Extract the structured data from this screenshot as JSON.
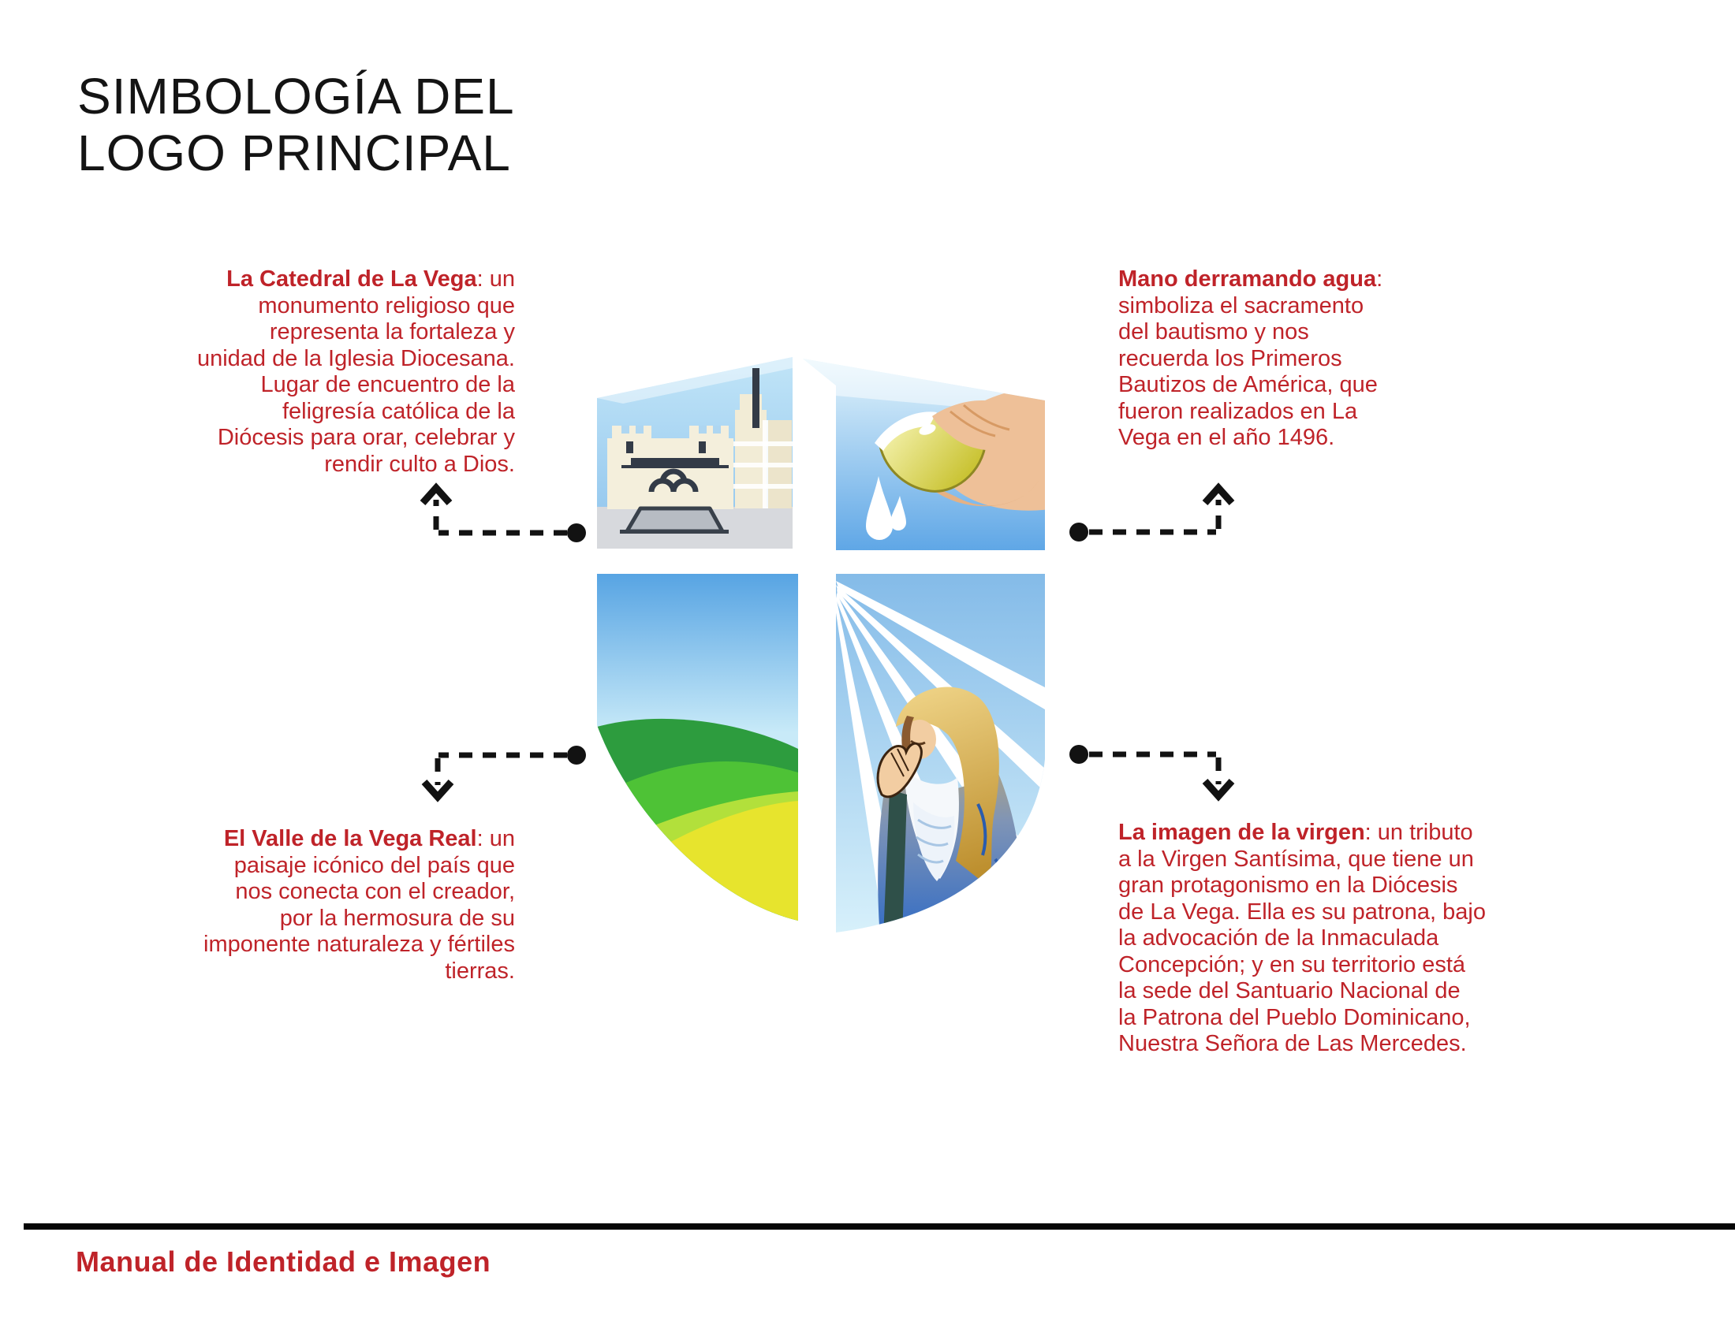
{
  "page": {
    "title_lines": [
      "SIMBOLOGÍA DEL",
      "LOGO PRINCIPAL"
    ],
    "footer": "Manual de Identidad e Imagen"
  },
  "colors": {
    "accent_red": "#bf2329",
    "title_black": "#141414",
    "connector_black": "#121212",
    "valley_greens": [
      "#2d9c3e",
      "#4ec236",
      "#b2e03b",
      "#e7e42d"
    ],
    "bowl_yellow": "#d8d232",
    "skin_tone": "#eec098",
    "veil_gold": "#d8ab4a",
    "robe_blue": "#2f6ac5"
  },
  "logo": {
    "name": "shield-logo",
    "quadrants": [
      {
        "id": "cathedral",
        "depicts": "La Catedral de La Vega"
      },
      {
        "id": "hand-pouring-water",
        "depicts": "Mano derramando agua"
      },
      {
        "id": "valley",
        "depicts": "El Valle de la Vega Real"
      },
      {
        "id": "virgin-mary",
        "depicts": "La imagen de la virgen"
      }
    ]
  },
  "annotations": [
    {
      "id": "catedral",
      "align": "right",
      "lines": [
        {
          "b": "La Catedral de La Vega",
          "t": ": un"
        },
        {
          "t": "monumento religioso que"
        },
        {
          "t": "representa la fortaleza y"
        },
        {
          "t": "unidad de la Iglesia Diocesana."
        },
        {
          "t": "Lugar de encuentro de la"
        },
        {
          "t": "feligresía católica de la"
        },
        {
          "t": "Diócesis para orar, celebrar y"
        },
        {
          "t": "rendir culto a Dios."
        }
      ]
    },
    {
      "id": "mano",
      "align": "left",
      "lines": [
        {
          "b": "Mano derramando agua",
          "t": ":"
        },
        {
          "t": "simboliza el sacramento"
        },
        {
          "t": "del bautismo y nos"
        },
        {
          "t": "recuerda los Primeros"
        },
        {
          "t": "Bautizos de América, que"
        },
        {
          "t": "fueron realizados en La"
        },
        {
          "t": "Vega en el año 1496."
        }
      ]
    },
    {
      "id": "valle",
      "align": "right",
      "lines": [
        {
          "b": "El Valle de la Vega Real",
          "t": ": un"
        },
        {
          "t": "paisaje icónico del país que"
        },
        {
          "t": "nos conecta con el creador,"
        },
        {
          "t": "por la hermosura de su"
        },
        {
          "t": "imponente naturaleza y fértiles"
        },
        {
          "t": "tierras."
        }
      ]
    },
    {
      "id": "virgen",
      "align": "left",
      "lines": [
        {
          "b": "La imagen de la virgen",
          "t": ": un tributo"
        },
        {
          "t": "a la Virgen Santísima, que tiene un"
        },
        {
          "t": "gran protagonismo en la Diócesis"
        },
        {
          "t": "de La Vega. Ella es su patrona, bajo"
        },
        {
          "t": "la advocación de la Inmaculada"
        },
        {
          "t": "Concepción; y en su territorio está"
        },
        {
          "t": "la sede del Santuario Nacional de"
        },
        {
          "t": "la Patrona del Pueblo Dominicano,"
        },
        {
          "t": "Nuestra Señora de Las Mercedes."
        }
      ]
    }
  ]
}
